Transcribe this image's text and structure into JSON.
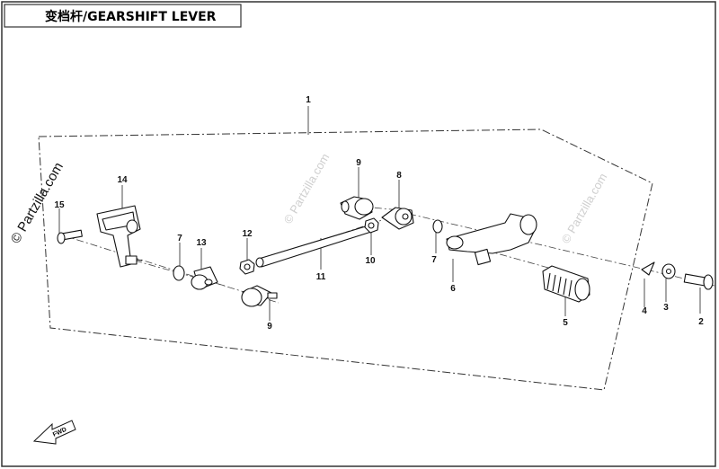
{
  "title": "变档杆/GEARSHIFT LEVER",
  "watermark": "© Partzilla.com",
  "direction_label": "FWD",
  "callouts": {
    "c1": "1",
    "c2": "2",
    "c3": "3",
    "c4": "4",
    "c5": "5",
    "c6": "6",
    "c7a": "7",
    "c7b": "7",
    "c8": "8",
    "c9a": "9",
    "c9b": "9",
    "c10": "10",
    "c11": "11",
    "c12": "12",
    "c13": "13",
    "c14": "14",
    "c15": "15"
  }
}
